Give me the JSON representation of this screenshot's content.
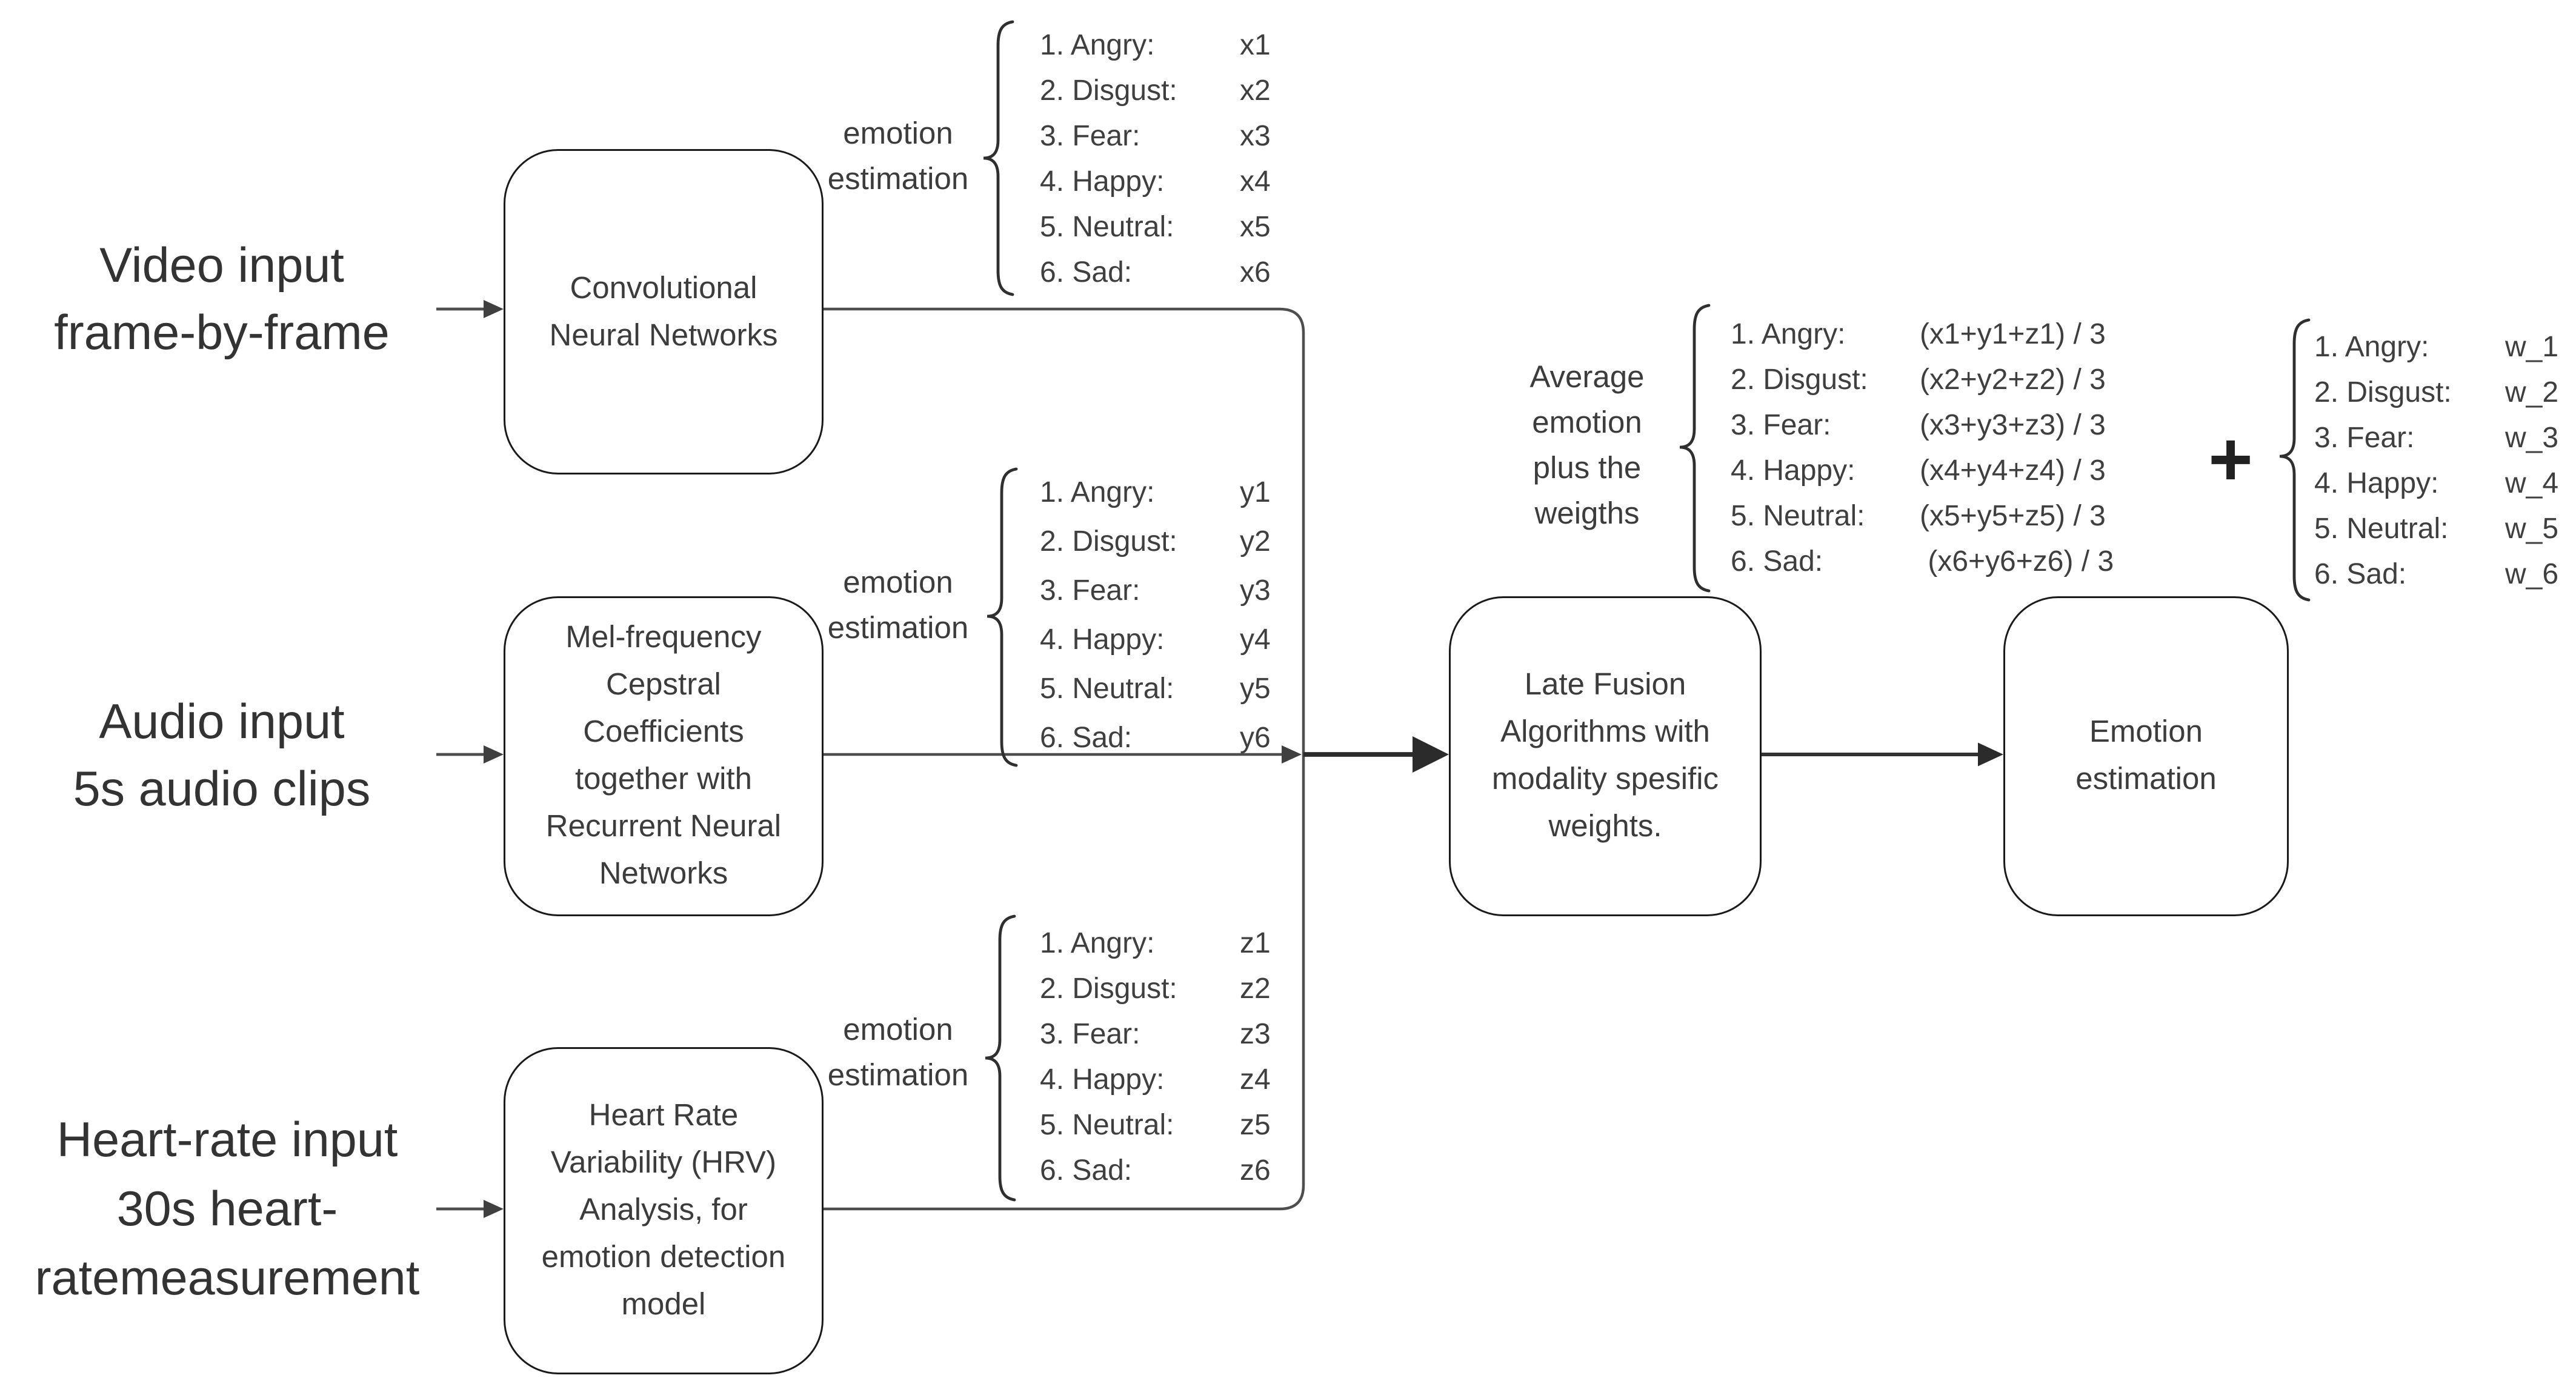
{
  "colors": {
    "background": "#ffffff",
    "connector_line": "#4e4e4e",
    "strong_arrow": "#2b2b2b",
    "box_border": "#1a1a1a",
    "text": "#3a3a3a"
  },
  "inputs": [
    {
      "id": "video",
      "lines": [
        "Video input",
        "frame-by-frame"
      ]
    },
    {
      "id": "audio",
      "lines": [
        "Audio input",
        "5s audio clips"
      ]
    },
    {
      "id": "heart",
      "lines": [
        "Heart-rate input",
        "30s heart-",
        "ratemeasurement"
      ]
    }
  ],
  "boxes": [
    {
      "id": "cnn",
      "lines": [
        "Convolutional",
        "Neural Networks"
      ]
    },
    {
      "id": "mfcc",
      "lines": [
        "Mel-frequency",
        "Cepstral",
        "Coefficients",
        "together with",
        "Recurrent Neural",
        "Networks"
      ]
    },
    {
      "id": "hrv",
      "lines": [
        "Heart Rate",
        "Variability (HRV)",
        "Analysis, for",
        "emotion detection",
        "model"
      ]
    },
    {
      "id": "late-fusion",
      "lines": [
        "Late Fusion",
        "Algorithms with",
        "modality spesific",
        "weights."
      ]
    },
    {
      "id": "emotion-output",
      "lines": [
        "Emotion",
        "estimation"
      ]
    }
  ],
  "branch_label_lines": [
    "emotion",
    "estimation"
  ],
  "branch_lists": [
    {
      "id": "video-scores",
      "items": [
        {
          "label": "1. Angry:",
          "value": "x1"
        },
        {
          "label": "2. Disgust:",
          "value": "x2"
        },
        {
          "label": "3. Fear:",
          "value": "x3"
        },
        {
          "label": "4. Happy:",
          "value": "x4"
        },
        {
          "label": "5. Neutral:",
          "value": "x5"
        },
        {
          "label": "6. Sad:",
          "value": "x6"
        }
      ]
    },
    {
      "id": "audio-scores",
      "items": [
        {
          "label": "1. Angry:",
          "value": "y1"
        },
        {
          "label": "2. Disgust:",
          "value": "y2"
        },
        {
          "label": "3. Fear:",
          "value": "y3"
        },
        {
          "label": "4. Happy:",
          "value": "y4"
        },
        {
          "label": "5. Neutral:",
          "value": "y5"
        },
        {
          "label": "6. Sad:",
          "value": "y6"
        }
      ]
    },
    {
      "id": "heart-scores",
      "items": [
        {
          "label": "1. Angry:",
          "value": "z1"
        },
        {
          "label": "2. Disgust:",
          "value": "z2"
        },
        {
          "label": "3. Fear:",
          "value": "z3"
        },
        {
          "label": "4. Happy:",
          "value": "z4"
        },
        {
          "label": "5. Neutral:",
          "value": "z5"
        },
        {
          "label": "6. Sad:",
          "value": "z6"
        }
      ]
    }
  ],
  "average_label_lines": [
    "Average",
    "emotion",
    "plus the",
    "weigths"
  ],
  "average_list": {
    "items": [
      {
        "label": "1. Angry:",
        "value": "(x1+y1+z1) / 3"
      },
      {
        "label": "2. Disgust:",
        "value": "(x2+y2+z2) / 3"
      },
      {
        "label": "3. Fear:",
        "value": "(x3+y3+z3) / 3"
      },
      {
        "label": "4. Happy:",
        "value": "(x4+y4+z4) / 3"
      },
      {
        "label": "5. Neutral:",
        "value": "(x5+y5+z5) / 3"
      },
      {
        "label": "6. Sad:",
        "value": " (x6+y6+z6) / 3"
      }
    ]
  },
  "plus_sign": "+",
  "weights_list": {
    "items": [
      {
        "label": "1. Angry:",
        "value": "w_1"
      },
      {
        "label": "2. Disgust:",
        "value": "w_2"
      },
      {
        "label": "3. Fear:",
        "value": "w_3"
      },
      {
        "label": "4. Happy:",
        "value": "w_4"
      },
      {
        "label": "5. Neutral:",
        "value": "w_5"
      },
      {
        "label": "6. Sad:",
        "value": "w_6"
      }
    ]
  }
}
